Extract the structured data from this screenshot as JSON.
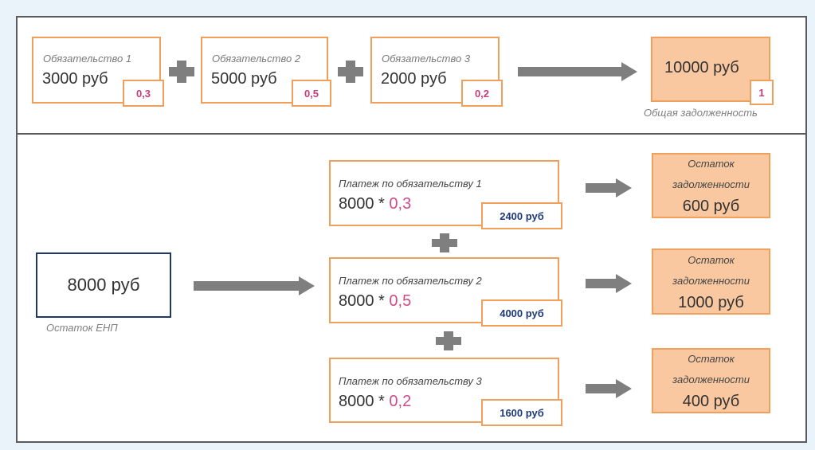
{
  "top": {
    "obligations": [
      {
        "title": "Обязательство 1",
        "amount": "3000 руб",
        "coef": "0,3"
      },
      {
        "title": "Обязательство 2",
        "amount": "5000 руб",
        "coef": "0,5"
      },
      {
        "title": "Обязательство 3",
        "amount": "2000 руб",
        "coef": "0,2"
      }
    ],
    "total": {
      "amount": "10000 руб",
      "coef": "1",
      "caption": "Общая задолженность"
    }
  },
  "bottom": {
    "enp": {
      "amount": "8000 руб",
      "caption": "Остаток ЕНП"
    },
    "payments": [
      {
        "title": "Платеж по обязательству 1",
        "base": "8000 *",
        "coef": "0,3",
        "result": "2400 руб"
      },
      {
        "title": "Платеж по обязательству 2",
        "base": "8000 *",
        "coef": "0,5",
        "result": "4000 руб"
      },
      {
        "title": "Платеж по обязательству 3",
        "base": "8000 *",
        "coef": "0,2",
        "result": "1600 руб"
      }
    ],
    "remainders": [
      {
        "line1": "Остаток",
        "line2": "задолженности",
        "amount": "600 руб"
      },
      {
        "line1": "Остаток",
        "line2": "задолженности",
        "amount": "1000 руб"
      },
      {
        "line1": "Остаток",
        "line2": "задолженности",
        "amount": "400 руб"
      }
    ]
  },
  "colors": {
    "accent_orange": "#f0a05a",
    "fill_peach": "#f9c8a0",
    "coef_pink": "#c43c7a",
    "result_navy": "#1f3a7a",
    "enp_border": "#1f3864",
    "connector_gray": "#7f7f7f"
  },
  "icons": [
    "plus-icon",
    "arrow-right-icon"
  ]
}
